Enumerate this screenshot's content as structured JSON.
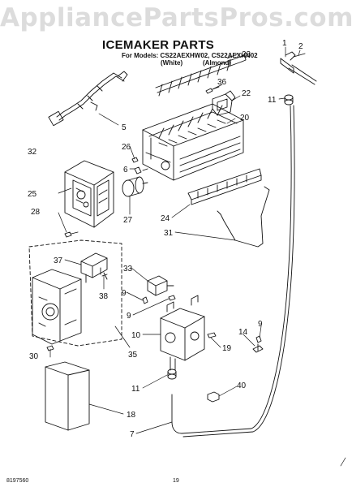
{
  "watermark": "AppliancePartsPros.com",
  "title": "ICEMAKER PARTS",
  "models": {
    "line": "For Models: CS22AEXHW02, CS22AEXHN02",
    "white": "(White)",
    "almond": "(Almond)"
  },
  "footer": {
    "doc_number": "8197560",
    "page_number": "19"
  },
  "callouts": [
    "1",
    "2",
    "23",
    "36",
    "22",
    "11",
    "5",
    "20",
    "32",
    "26",
    "6",
    "25",
    "27",
    "28",
    "24",
    "31",
    "37",
    "33",
    "9",
    "38",
    "9",
    "9",
    "10",
    "14",
    "19",
    "30",
    "35",
    "11",
    "40",
    "18",
    "7"
  ]
}
